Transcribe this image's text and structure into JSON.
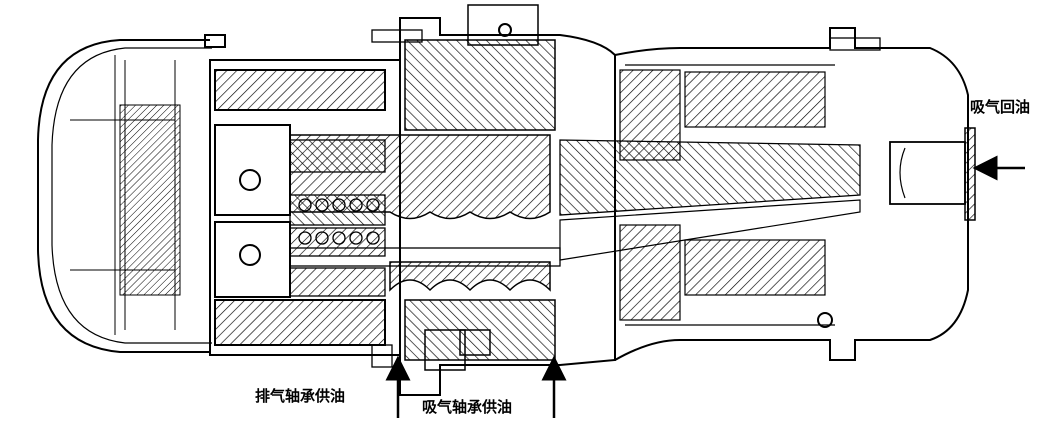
{
  "labels": {
    "suction_return_oil": "吸气回油",
    "discharge_bearing_oil": "排气轴承供油",
    "suction_bearing_oil": "吸气轴承供油"
  },
  "colors": {
    "line": "#000000",
    "background": "#ffffff",
    "hatch": "#000000"
  }
}
